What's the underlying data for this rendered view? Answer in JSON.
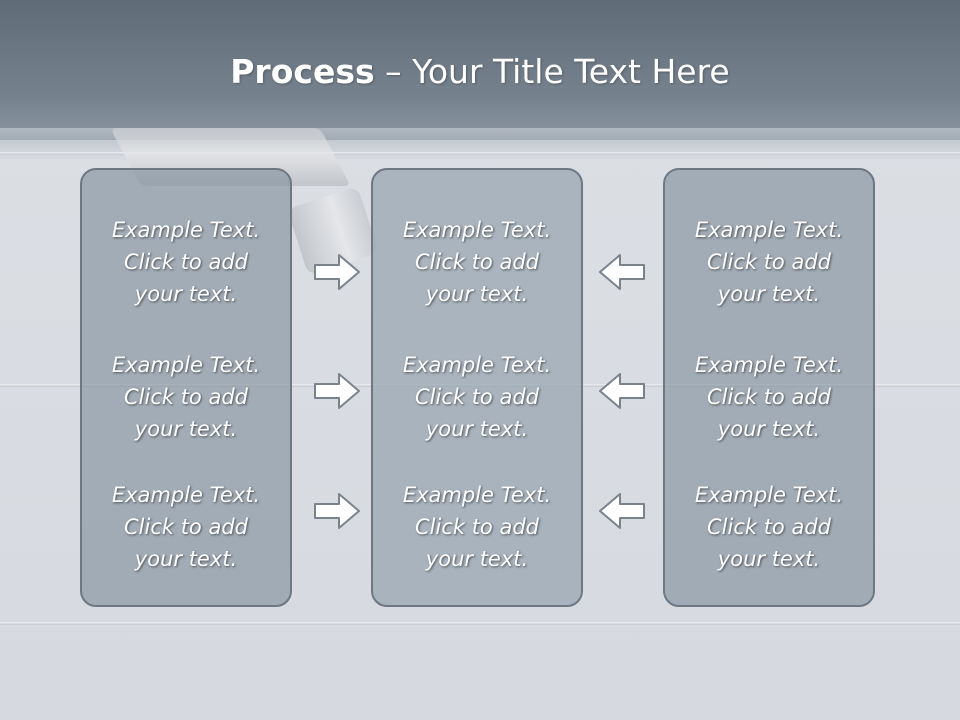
{
  "title": {
    "bold": "Process",
    "rest": " – Your Title Text Here"
  },
  "columns": [
    {
      "items": [
        {
          "lines": [
            "Example Text.",
            "Click  to add",
            "your text."
          ]
        },
        {
          "lines": [
            "Example Text.",
            "Click  to add",
            "your text."
          ]
        },
        {
          "lines": [
            "Example Text.",
            "Click  to add",
            "your text."
          ]
        }
      ]
    },
    {
      "items": [
        {
          "lines": [
            "Example Text.",
            "Click  to add",
            "your text."
          ]
        },
        {
          "lines": [
            "Example Text.",
            "Click  to add",
            "your text."
          ]
        },
        {
          "lines": [
            "Example Text.",
            "Click  to add",
            "your text."
          ]
        }
      ]
    },
    {
      "items": [
        {
          "lines": [
            "Example Text.",
            "Click  to add",
            "your text."
          ]
        },
        {
          "lines": [
            "Example Text.",
            "Click  to add",
            "your text."
          ]
        },
        {
          "lines": [
            "Example Text.",
            "Click  to add",
            "your text."
          ]
        }
      ]
    }
  ],
  "arrows": {
    "left_to_center": {
      "icon": "arrow-right-icon",
      "count": 3
    },
    "right_to_center": {
      "icon": "arrow-left-icon",
      "count": 3
    }
  },
  "colors": {
    "banner": "#6b7783",
    "box_fill": "#808e9b",
    "box_border": "#6d7884",
    "text": "#ffffff"
  }
}
